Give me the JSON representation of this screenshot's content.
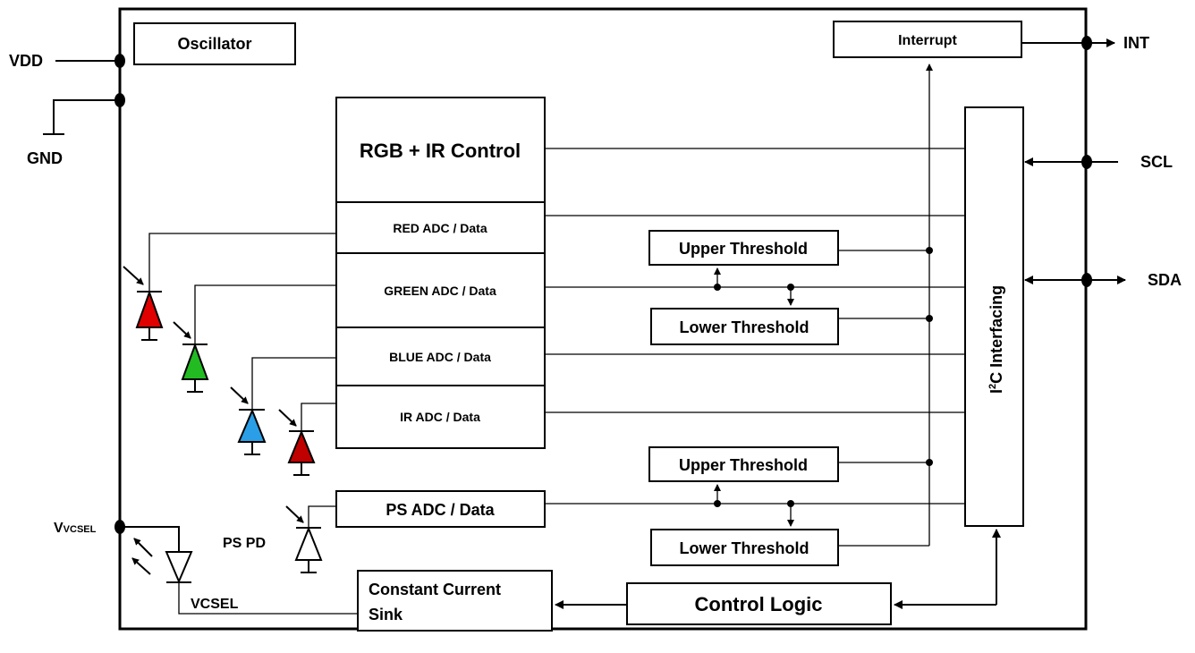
{
  "pins": {
    "vdd": "VDD",
    "gnd": "GND",
    "int": "INT",
    "scl": "SCL",
    "sda": "SDA",
    "vvcsel_main": "V",
    "vvcsel_sub": "VCSEL"
  },
  "blocks": {
    "oscillator": "Oscillator",
    "interrupt": "Interrupt",
    "rgb_ir_control": "RGB + IR Control",
    "red_adc": "RED ADC / Data",
    "green_adc": "GREEN ADC / Data",
    "blue_adc": "BLUE ADC / Data",
    "ir_adc": "IR ADC / Data",
    "ps_adc": "PS ADC / Data",
    "upper_threshold": "Upper Threshold",
    "lower_threshold": "Lower Threshold",
    "i2c_main": "I",
    "i2c_sup": "2",
    "i2c_rest": "C Interfacing",
    "constant_current_line1": "Constant Current",
    "constant_current_line2": "Sink",
    "control_logic": "Control Logic"
  },
  "labels": {
    "ps_pd": "PS PD",
    "vcsel": "VCSEL"
  },
  "colors": {
    "red_photodiode": "#e00000",
    "green_photodiode": "#22bb22",
    "blue_photodiode": "#2a9fe8",
    "ir_photodiode": "#c00000",
    "ps_photodiode": "#ffffff"
  }
}
